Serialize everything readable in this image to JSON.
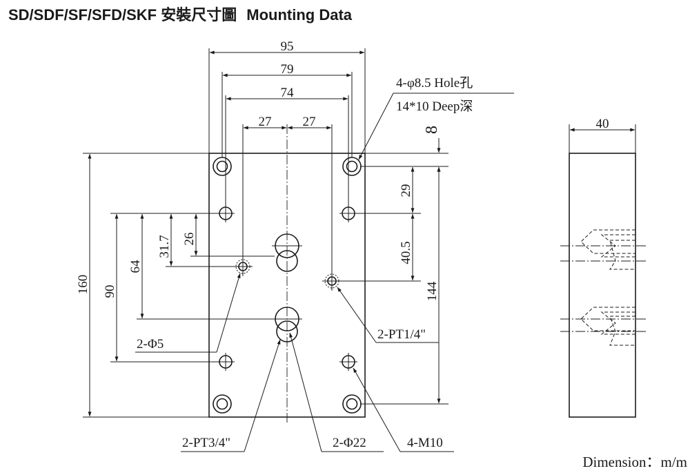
{
  "header": {
    "title_models": "SD/SDF/SF/SFD/SKF 安裝尺寸圖",
    "title_en": "Mounting Data"
  },
  "dimensions": {
    "width_95": "95",
    "width_79": "79",
    "width_74": "74",
    "half_27_left": "27",
    "half_27_right": "27",
    "top_8": "8",
    "vert_29": "29",
    "vert_40_5": "40.5",
    "vert_144": "144",
    "vert_160": "160",
    "vert_90": "90",
    "vert_64": "64",
    "vert_31_7": "31.7",
    "vert_26": "26",
    "side_width_40": "40"
  },
  "callouts": {
    "holes_line1": "4-φ8.5 Hole孔",
    "holes_line2": "14*10 Deep深",
    "pin_phi5": "2-Φ5",
    "pt_quarter": "2-PT1/4\"",
    "pt_three_quarter": "2-PT3/4\"",
    "phi22": "2-Φ22",
    "m10": "4-M10"
  },
  "footer": {
    "unit_note": "Dimension：m/m"
  }
}
